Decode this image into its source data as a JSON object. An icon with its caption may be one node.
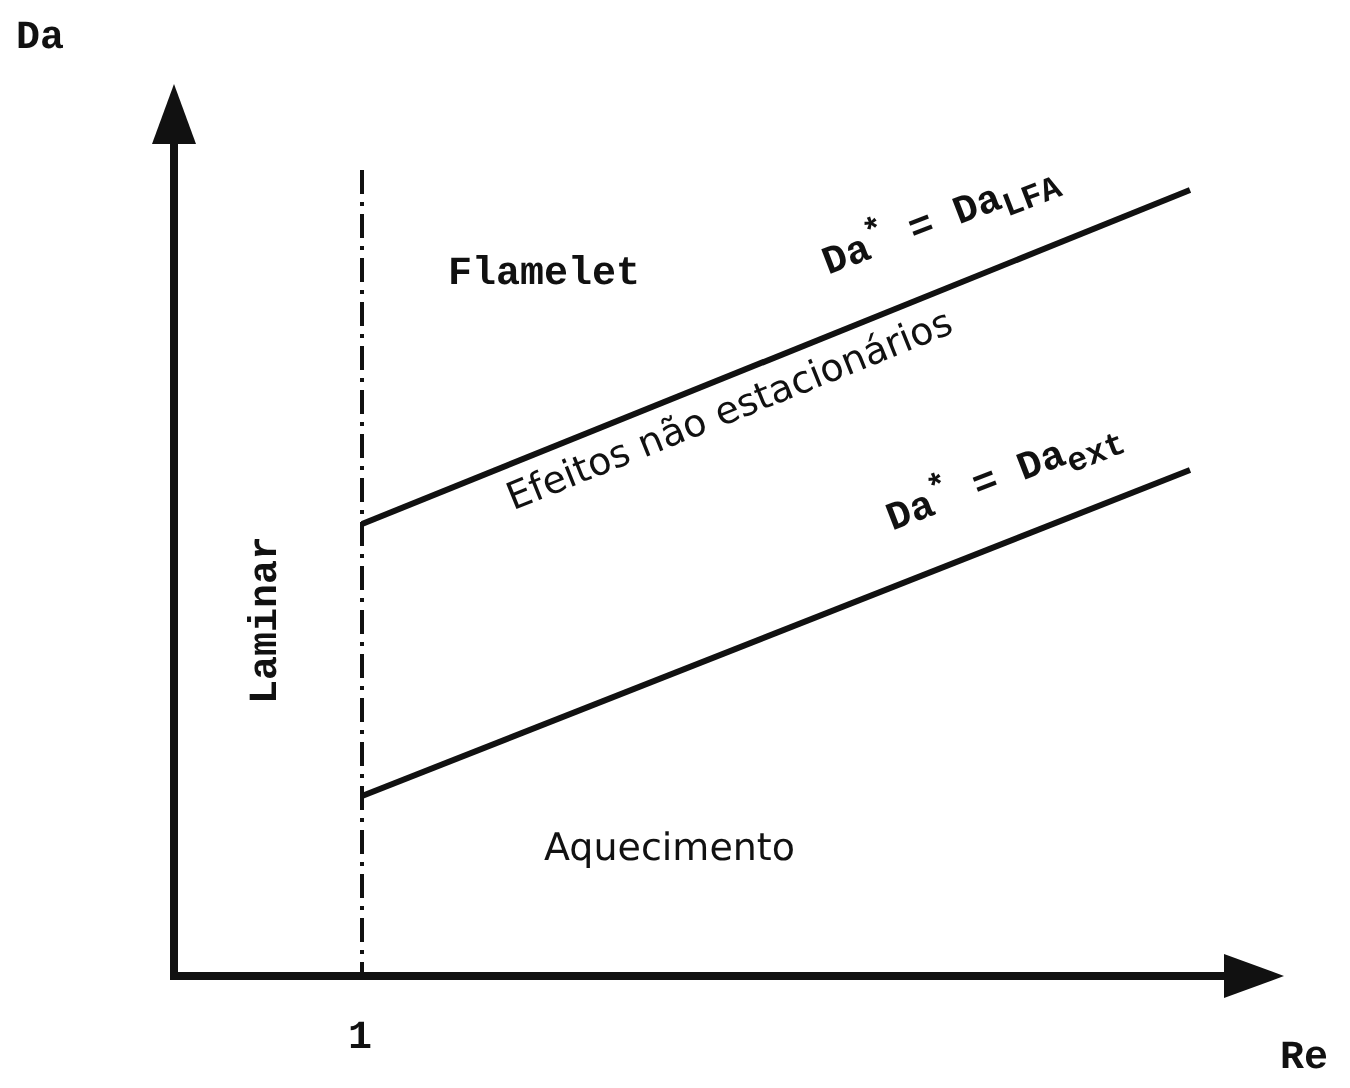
{
  "diagram": {
    "labels": [
      "Da",
      "Flamelet",
      "Da$^{*}$ = Da$_{LFA}$",
      "Efeitos não estacionários",
      "Laminar",
      "Da$^{*}$ = Da$_{ext}$",
      "Aquecimento",
      "1",
      "Re"
    ]
  }
}
